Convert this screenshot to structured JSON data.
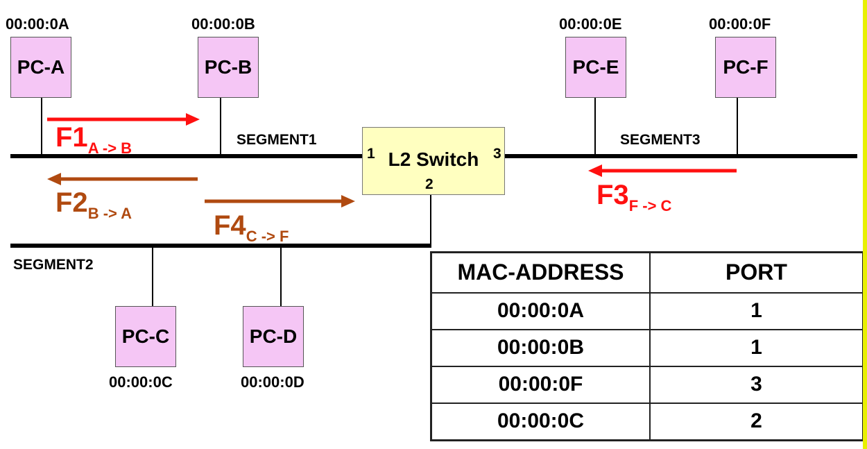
{
  "pcs": {
    "a": {
      "label": "PC-A",
      "mac": "00:00:0A"
    },
    "b": {
      "label": "PC-B",
      "mac": "00:00:0B"
    },
    "c": {
      "label": "PC-C",
      "mac": "00:00:0C"
    },
    "d": {
      "label": "PC-D",
      "mac": "00:00:0D"
    },
    "e": {
      "label": "PC-E",
      "mac": "00:00:0E"
    },
    "f": {
      "label": "PC-F",
      "mac": "00:00:0F"
    }
  },
  "segments": {
    "seg1": "SEGMENT1",
    "seg2": "SEGMENT2",
    "seg3": "SEGMENT3"
  },
  "switch": {
    "name": "L2 Switch",
    "port1": "1",
    "port2": "2",
    "port3": "3"
  },
  "flows": {
    "f1": {
      "name": "F1",
      "sub": "A -> B",
      "color": "#ff1010"
    },
    "f2": {
      "name": "F2",
      "sub": "B -> A",
      "color": "#b04a10"
    },
    "f3": {
      "name": "F3",
      "sub": "F -> C",
      "color": "#ff1010"
    },
    "f4": {
      "name": "F4",
      "sub": "C -> F",
      "color": "#b04a10"
    }
  },
  "table": {
    "headers": [
      "MAC-ADDRESS",
      "PORT"
    ],
    "rows": [
      [
        "00:00:0A",
        "1"
      ],
      [
        "00:00:0B",
        "1"
      ],
      [
        "00:00:0F",
        "3"
      ],
      [
        "00:00:0C",
        "2"
      ]
    ]
  },
  "colors": {
    "pc_fill": "#f5c6f5",
    "switch_fill": "#ffffc0",
    "edge_bar": "#e8f000"
  }
}
